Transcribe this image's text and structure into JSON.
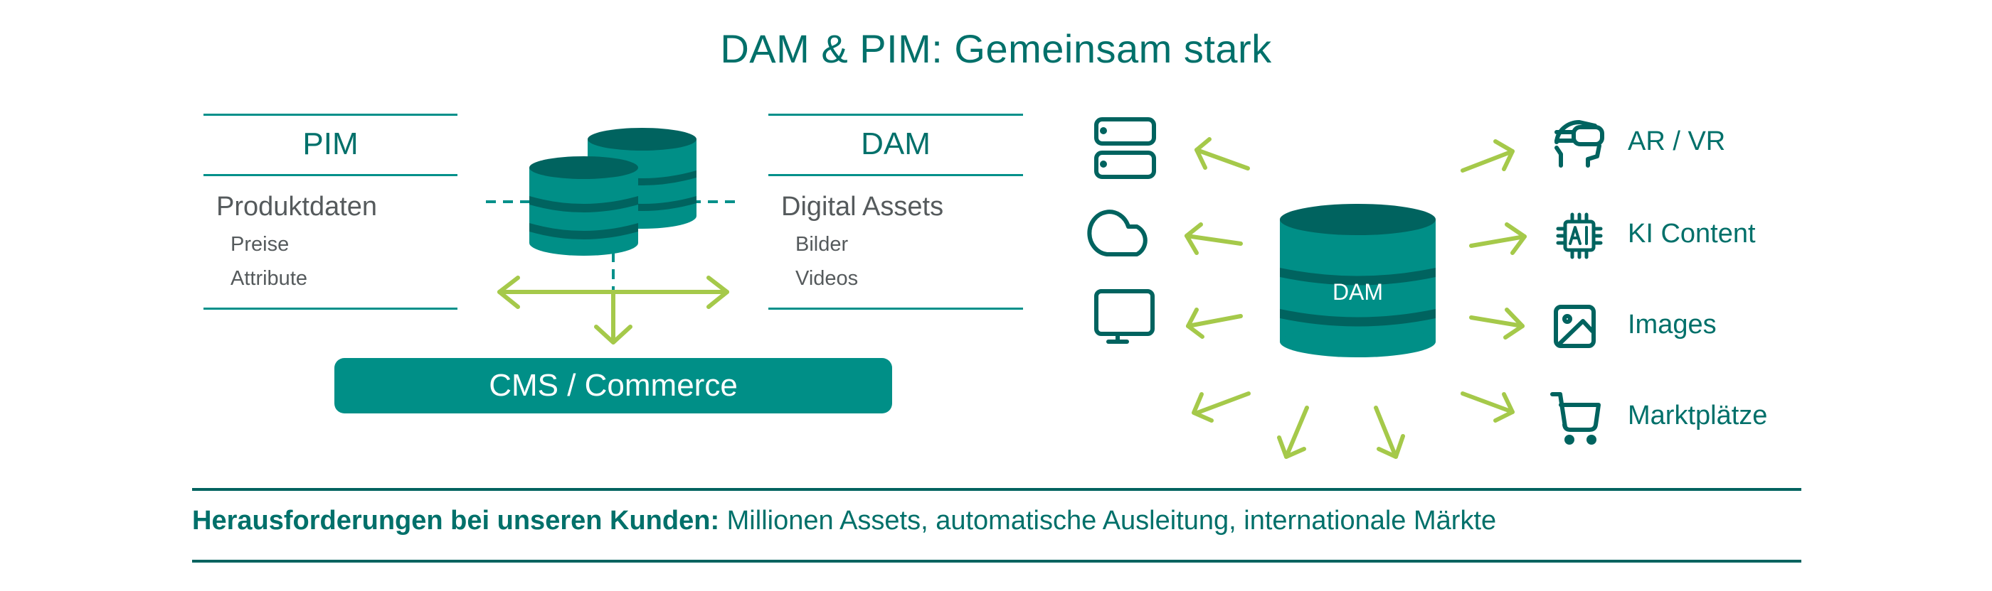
{
  "title": "DAM & PIM: Gemeinsam stark",
  "colors": {
    "teal_primary": "#008f87",
    "teal_dark": "#00635f",
    "teal_text": "#00706a",
    "arrow_green": "#a5c94a",
    "gray_text": "#555a5c"
  },
  "pim_box": {
    "heading": "PIM",
    "main_item": "Produktdaten",
    "sub_items": [
      "Preise",
      "Attribute"
    ]
  },
  "dam_box": {
    "heading": "DAM",
    "main_item": "Digital Assets",
    "sub_items": [
      "Bilder",
      "Videos"
    ]
  },
  "cms_bar": {
    "label": "CMS / Commerce"
  },
  "dam_hub": {
    "label": "DAM",
    "inputs": [
      {
        "icon": "server-icon"
      },
      {
        "icon": "cloud-icon"
      },
      {
        "icon": "monitor-icon"
      }
    ],
    "outputs": [
      {
        "icon": "vr-headset-icon",
        "label": "AR / VR"
      },
      {
        "icon": "ai-chip-icon",
        "label": "KI Content"
      },
      {
        "icon": "image-icon",
        "label": "Images"
      },
      {
        "icon": "shopping-cart-icon",
        "label": "Marktplätze"
      }
    ]
  },
  "footer": {
    "bold": "Herausforderungen bei unseren Kunden:",
    "text": " Millionen Assets, automatische Ausleitung, internationale Märkte"
  }
}
